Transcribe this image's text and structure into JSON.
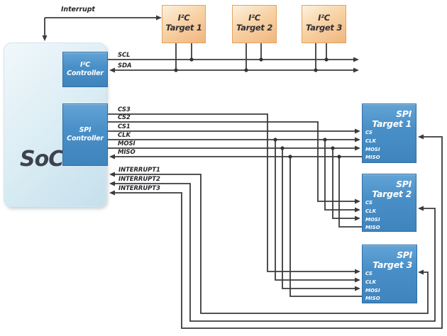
{
  "diagram": {
    "soc": {
      "label": "SoC"
    },
    "i2c_controller": {
      "line1": "I²C",
      "line2": "Controller"
    },
    "spi_controller": {
      "line1": "SPI",
      "line2": "Controller"
    },
    "top_interrupt_label": "Interrupt",
    "bus_labels": {
      "scl": "SCL",
      "sda": "SDA",
      "cs3": "CS3",
      "cs2": "CS2",
      "cs1": "CS1",
      "clk": "CLK",
      "mosi": "MOSI",
      "miso": "MISO"
    },
    "interrupt_labels": [
      "INTERRUPT1",
      "INTERRUPT2",
      "INTERRUPT3"
    ],
    "i2c_targets": [
      {
        "line1": "I²C",
        "line2": "Target 1"
      },
      {
        "line1": "I²C",
        "line2": "Target 2"
      },
      {
        "line1": "I²C",
        "line2": "Target 3"
      }
    ],
    "spi_targets": [
      {
        "line1": "SPI",
        "line2": "Target 1",
        "pins": [
          "CS",
          "CLK",
          "MOSI",
          "MISO"
        ]
      },
      {
        "line1": "SPI",
        "line2": "Target 2",
        "pins": [
          "CS",
          "CLK",
          "MOSI",
          "MISO"
        ]
      },
      {
        "line1": "SPI",
        "line2": "Target 3",
        "pins": [
          "CS",
          "CLK",
          "MOSI",
          "MISO"
        ]
      }
    ],
    "colors": {
      "box_blue": "#4a90c8",
      "box_blue_border": "#2e6da6",
      "box_orange": "#f5c694",
      "box_orange_border": "#e5a263",
      "soc_fill": "#d6eaf3",
      "wire": "#3b3b3b",
      "label_text": "#26262c",
      "box_text": "#ffffff"
    }
  }
}
